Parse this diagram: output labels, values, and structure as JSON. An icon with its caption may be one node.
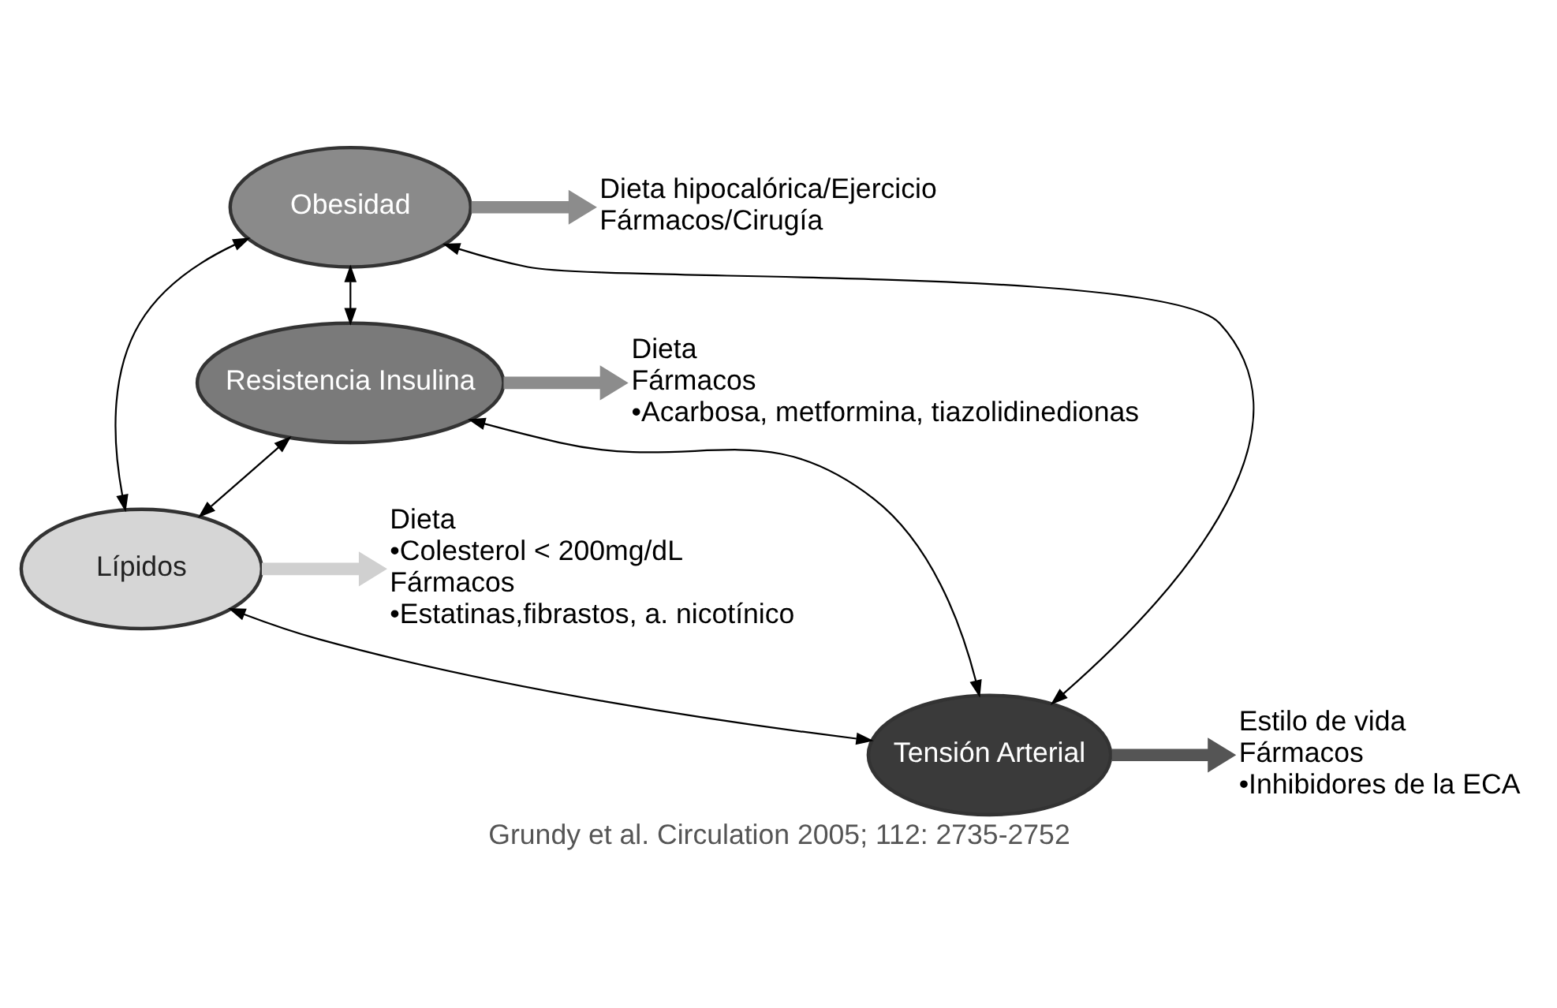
{
  "diagram": {
    "caption": "Grundy et al. Circulation 2005; 112: 2735-2752",
    "nodes": [
      {
        "text": [
          "Obesidad"
        ]
      },
      {
        "text": [
          "Resistencia Insulina"
        ]
      },
      {
        "text": [
          "Lípidos"
        ]
      },
      {
        "text": [
          "Tensión Arterial"
        ]
      },
      {
        "text": [
          "Dieta hipocalórica/Ejercicio",
          "Fármacos/Cirugía"
        ]
      },
      {
        "text": [
          "Dieta",
          "Fármacos",
          "•Acarbosa, metformina, tiazolidinedionas"
        ]
      },
      {
        "text": [
          "Dieta",
          "•Colesterol < 200mg/dL",
          "Fármacos",
          "•Estatinas,fibrastos, a. nicotínico"
        ]
      },
      {
        "text": [
          "Estilo de vida",
          "Fármacos",
          "•Inhibidores de la ECA"
        ]
      }
    ],
    "edges": [
      {
        "from": 0,
        "to": 4,
        "arrow": "to",
        "style": "thick",
        "color": "#8c8c8c"
      },
      {
        "from": 1,
        "to": 5,
        "arrow": "to",
        "style": "thick",
        "color": "#8c8c8c"
      },
      {
        "from": 2,
        "to": 6,
        "arrow": "to",
        "style": "thick",
        "color": "#d0d0d0"
      },
      {
        "from": 3,
        "to": 7,
        "arrow": "to",
        "style": "thick",
        "color": "#555555"
      },
      {
        "from": 0,
        "to": 1,
        "arrow": "both"
      },
      {
        "from": 0,
        "to": 2,
        "arrow": "both"
      },
      {
        "from": 0,
        "to": 3,
        "arrow": "both"
      },
      {
        "from": 1,
        "to": 2,
        "arrow": "both"
      },
      {
        "from": 1,
        "to": 3,
        "arrow": "both"
      },
      {
        "from": 2,
        "to": 3,
        "arrow": "both"
      }
    ]
  }
}
